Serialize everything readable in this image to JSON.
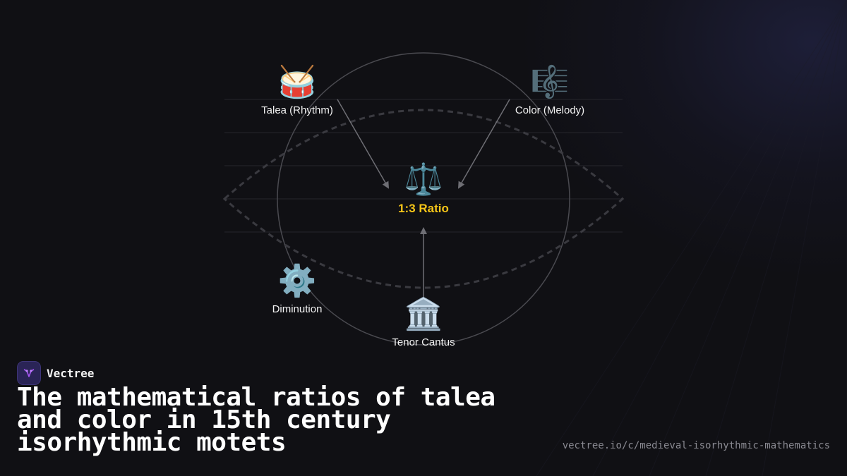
{
  "diagram": {
    "nodes": {
      "talea": {
        "icon": "drum-icon",
        "glyph": "🥁",
        "label": "Talea (Rhythm)"
      },
      "color": {
        "icon": "musical-score-icon",
        "glyph": "🎼",
        "label": "Color (Melody)"
      },
      "ratio": {
        "icon": "balance-scale-icon",
        "glyph": "⚖️",
        "label": "1:3 Ratio"
      },
      "diminution": {
        "icon": "gear-icon",
        "glyph": "⚙️",
        "label": "Diminution"
      },
      "tenor": {
        "icon": "classical-building-icon",
        "glyph": "🏛️",
        "label": "Tenor Cantus"
      }
    },
    "colors": {
      "accent": "#f5c518",
      "circle": "#4a4a50",
      "dashed_ellipse": "#3a3a40",
      "arrows": "#6e6e74"
    }
  },
  "brand": {
    "name": "Vectree",
    "logo_color": "#a855f7"
  },
  "footer": {
    "title": "The mathematical ratios of talea and color in 15th century isorhythmic motets",
    "url": "vectree.io/c/medieval-isorhythmic-mathematics"
  }
}
